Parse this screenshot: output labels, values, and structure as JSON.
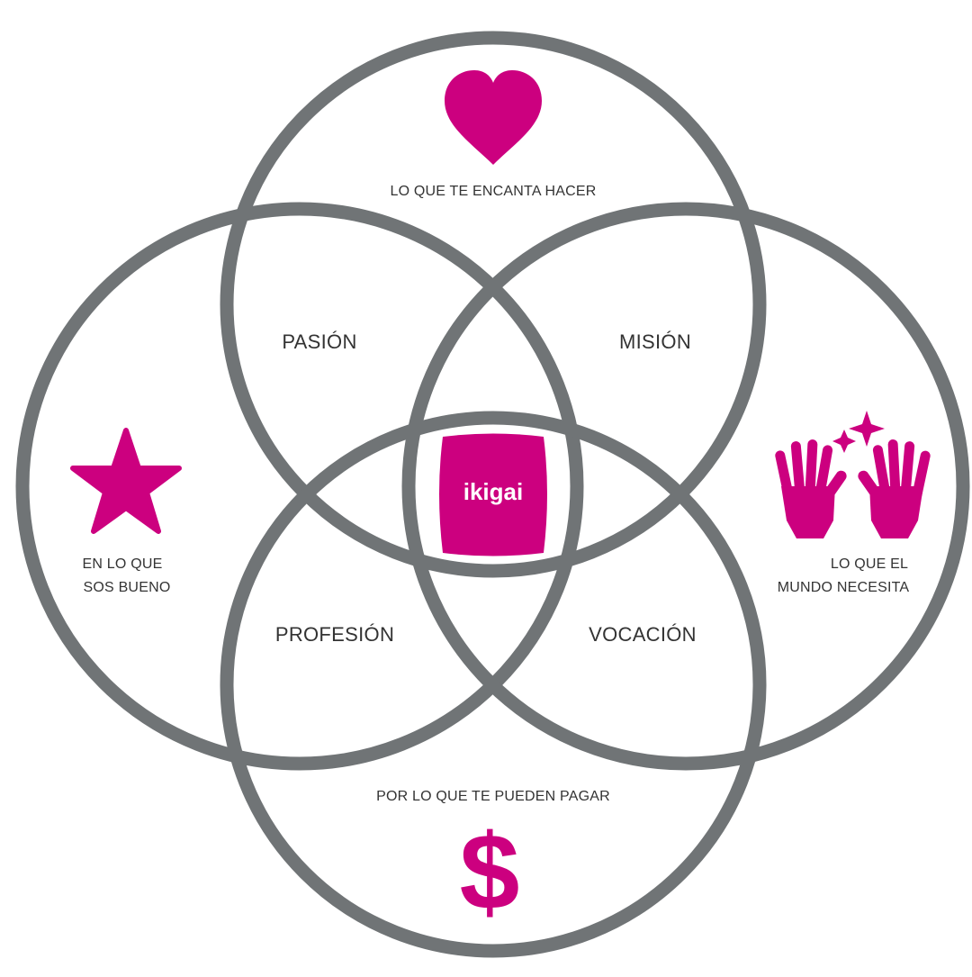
{
  "colors": {
    "ring": "#707476",
    "accent": "#cc007f",
    "label": "#333333",
    "background": "#ffffff"
  },
  "center": {
    "label": "ikigai"
  },
  "circles": {
    "top": {
      "label": "LO QUE TE ENCANTA HACER",
      "icon": "heart-icon"
    },
    "left": {
      "label_lines": [
        "EN LO QUE",
        "SOS BUENO"
      ],
      "icon": "star-icon"
    },
    "right": {
      "label_lines": [
        "LO QUE EL",
        "MUNDO NECESITA"
      ],
      "icon": "hands-sparkle-icon"
    },
    "bottom": {
      "label": "POR LO QUE TE PUEDEN PAGAR",
      "icon": "dollar-icon",
      "icon_glyph": "$"
    }
  },
  "intersections": {
    "top_left": "PASIÓN",
    "top_right": "MISIÓN",
    "bottom_left": "PROFESIÓN",
    "bottom_right": "VOCACIÓN"
  }
}
